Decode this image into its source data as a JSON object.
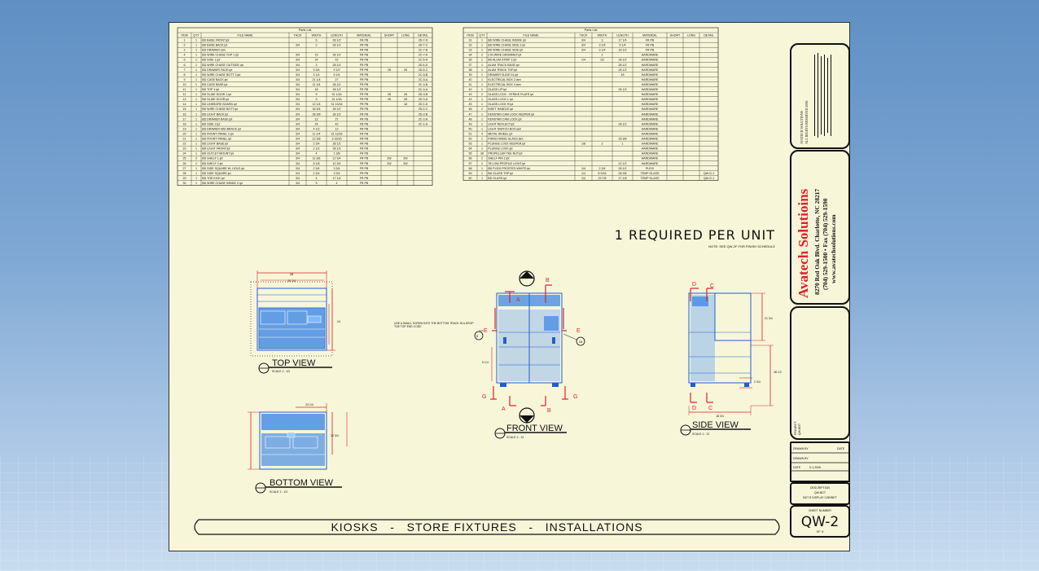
{
  "parts_list_title": "Parts List",
  "columns": [
    "ITEM",
    "QTY",
    "FILE NAME",
    "THCK",
    "WIDTH",
    "LENGTH",
    "MATERIAL",
    "SHORT",
    "LONG",
    "DETAIL"
  ],
  "left_rows": [
    [
      "1",
      "1",
      "BD BASE FRONT.ipt",
      "",
      "6",
      "28 1/2",
      "FR PB",
      "",
      "",
      "2D-7-D"
    ],
    [
      "2",
      "1",
      "BD BASE BACK.ipt",
      "3/4",
      "2",
      "28 1/2",
      "FR PB",
      "",
      "",
      "2D-7-C"
    ],
    [
      "3",
      "1",
      "BD DRAWER.iam",
      "",
      "",
      "",
      "FR PB",
      "",
      "",
      "2C-7-B"
    ],
    [
      "4",
      "1",
      "BD WIRE CHASE TOP 1.ipt",
      "3/4",
      "19",
      "28 1/2",
      "FR PB",
      "",
      "",
      "2C-7-A"
    ],
    [
      "5",
      "1",
      "BD SIDE 1.ipt",
      "3/4",
      "24",
      "42",
      "FR PB",
      "",
      "",
      "2C 6-A"
    ],
    [
      "6",
      "1",
      "BD WIRE CHASE OUTSIDE.ipt",
      "3/4",
      "3",
      "28 1/2",
      "FR PB",
      "",
      "",
      "2D 5-D"
    ],
    [
      "7",
      "1",
      "BD DRAWER FACE.ipt",
      "3/4",
      "3 3/4",
      "9 1/2",
      "FR PB",
      "28",
      "28",
      "2D-5-C"
    ],
    [
      "8",
      "1",
      "BD WIRE CHASE BOTT 2.ipt",
      "3/4",
      "3 1/4",
      "9 1/4",
      "FR PB",
      "",
      "",
      "2C-5-B"
    ],
    [
      "9",
      "1",
      "BD CASE BACK.ipt",
      "3/4",
      "21 1/4",
      "27",
      "FR PB",
      "",
      "",
      "2C-5-A"
    ],
    [
      "10",
      "1",
      "BD CASE BASE.ipt",
      "3/4",
      "11 1/4",
      "28 1/2",
      "FR PB",
      "",
      "",
      "2C-4-B"
    ],
    [
      "11",
      "1",
      "BD TOP 1.ipt",
      "3/4",
      "18",
      "28 1/2",
      "FR PB",
      "",
      "",
      "2C-4-A"
    ],
    [
      "12",
      "1",
      "BD SLIDE DOOR 1.ipt",
      "3/4",
      "9",
      "31 1/16",
      "FR PB",
      "28",
      "28",
      "2D-3-B"
    ],
    [
      "13",
      "1",
      "BD SLIDE DOOR.ipt",
      "3/4",
      "9",
      "31 1/16",
      "FR PB",
      "28",
      "28",
      "2D 3-A"
    ],
    [
      "14",
      "1",
      "BD LINEBORE BOARD.ipt",
      "3/4",
      "12 1/4",
      "31 13/16",
      "FR PB",
      "",
      "18",
      "2D 2-D"
    ],
    [
      "15",
      "1",
      "BD WIRE CHASE BOTT.ipt",
      "3/4",
      "18 3/4",
      "28 1/2",
      "FR PB",
      "",
      "",
      "2D-2-C"
    ],
    [
      "16",
      "1",
      "BD LIGHT BACK.ipt",
      "3/4",
      "28 3/8",
      "28 1/2",
      "FR PB",
      "",
      "",
      "2D-2-B"
    ],
    [
      "17",
      "1",
      "BD DRAWER BASE.ipt",
      "3/4",
      "12",
      "27",
      "FR PB",
      "",
      "",
      "2C-2-A"
    ],
    [
      "18",
      "1",
      "BD SIDE 2.ipt",
      "3/4",
      "24",
      "42",
      "FR PB",
      "",
      "",
      "2C-1-A"
    ],
    [
      "19",
      "1",
      "BD DRAWER MID BRACE.ipt",
      "3/4",
      "4 1/2",
      "12",
      "FR PB",
      "",
      "",
      ""
    ],
    [
      "20",
      "1",
      "BD FRONT PANEL 2.ipt",
      "3/4",
      "11 1/4",
      "31 13/16",
      "FR PB",
      "",
      "",
      ""
    ],
    [
      "21",
      "1",
      "BD FRONT PANEL.ipt",
      "3/4",
      "12 3/8",
      "3 15/16",
      "FR PB",
      "",
      "",
      ""
    ],
    [
      "22",
      "1",
      "BD LIGHT BASE.ipt",
      "3/4",
      "2 3/4",
      "28 1/2",
      "FR PB",
      "",
      "",
      ""
    ],
    [
      "23",
      "1",
      "BD LIGHT FRONT.ipt",
      "3/4",
      "2 1/2",
      "28 1/2",
      "FR PB",
      "",
      "",
      ""
    ],
    [
      "24",
      "1",
      "BD OUTLET MOUNT.ipt",
      "3/4",
      "4",
      "1 3/8",
      "FR PB",
      "",
      "",
      ""
    ],
    [
      "25",
      "2",
      "BD SHELF 1.ipt",
      "3/4",
      "11 3/8",
      "12 3/4",
      "FR PB",
      "2W",
      "2W",
      ""
    ],
    [
      "26",
      "2",
      "BD SHELF 2.ipt",
      "3/4",
      "8 1/8",
      "12 3/4",
      "FR PB",
      "2W",
      "2W",
      ""
    ],
    [
      "27",
      "1",
      "BD SIDE SQUARE W- HOLE.ipt",
      "3/4",
      "2 3/4",
      "3 3/4",
      "FR PB",
      "",
      "",
      ""
    ],
    [
      "28",
      "1",
      "BD SIDE SQUARE.ipt",
      "3/4",
      "2 3/4",
      "3 3/4",
      "FR PB",
      "",
      "",
      ""
    ],
    [
      "29",
      "1",
      "BD TOE KICK.ipt",
      "3/4",
      "4",
      "17 1/4",
      "FR PB",
      "",
      "",
      ""
    ],
    [
      "30",
      "1",
      "BD WIRE CHASE INSIDE 2.ipt",
      "3/4",
      "3",
      "4",
      "FR PB",
      "",
      "",
      ""
    ]
  ],
  "right_rows": [
    [
      "31",
      "1",
      "BD WIRE CHASE INSIDE.ipt",
      "3/4",
      "3",
      "17 1/4",
      "FR PB",
      "",
      "",
      ""
    ],
    [
      "32",
      "1",
      "BD WIRE CHASE SIDE 2.ipt",
      "3/4",
      "3 1/4",
      "6 1/4",
      "FR PB",
      "",
      "",
      ""
    ],
    [
      "33",
      "1",
      "BD WIRE CHASE SIDE.ipt",
      "3/4",
      "3 1/4",
      "18 1/2",
      "FR PB",
      "",
      "",
      ""
    ],
    [
      "34",
      "2",
      "2 IN WIRE GROMMET.ipt",
      "",
      "2",
      "",
      "HARDWARE",
      "",
      "",
      ""
    ],
    [
      "35",
      "1",
      "BD ALUM STRIP 1.ipt",
      "1/4",
      "1/2",
      "28 1/2",
      "HARDWARE",
      "",
      "",
      ""
    ],
    [
      "37",
      "1",
      "ALUM TRACK BASE.ipt",
      "",
      "",
      "28 1/2",
      "HARDWARE",
      "",
      "",
      ""
    ],
    [
      "38",
      "1",
      "ALUM TRACK TOP.ipt",
      "",
      "",
      "28 1/2",
      "HARDWARE",
      "",
      "",
      ""
    ],
    [
      "39",
      "1",
      "DRAWER SLIDE 01.ipt",
      "",
      "",
      "18",
      "HARDWARE",
      "",
      "",
      ""
    ],
    [
      "40",
      "1",
      "ELECTRICAL BOX 2.iam",
      "",
      "",
      "",
      "HARDWARE",
      "",
      "",
      ""
    ],
    [
      "41",
      "1",
      "ELECTRICAL BOX 4.iam",
      "",
      "",
      "",
      "HARDWARE",
      "",
      "",
      ""
    ],
    [
      "42",
      "1",
      "GLASS LIP.ipt",
      "",
      "",
      "28 1/2",
      "HARDWARE",
      "",
      "",
      ""
    ],
    [
      "43",
      "2",
      "GLASS LOCK - STRIKE PLATE.ipt",
      "",
      "",
      "",
      "HARDWARE",
      "",
      "",
      ""
    ],
    [
      "44",
      "1",
      "GLASS LOCK L.ipt",
      "",
      "",
      "",
      "HARDWARE",
      "",
      "",
      ""
    ],
    [
      "45",
      "1",
      "GLASS LOCK R.ipt",
      "",
      "",
      "",
      "HARDWARE",
      "",
      "",
      ""
    ],
    [
      "46",
      "2",
      "INSET HANDLE.ipt",
      "",
      "",
      "",
      "HARDWARE",
      "",
      "",
      ""
    ],
    [
      "47",
      "1",
      "KENSTAN CAM LOCK KEEPER.ipt",
      "",
      "",
      "",
      "HARDWARE",
      "",
      "",
      ""
    ],
    [
      "48",
      "1",
      "KENSTAN CAM LOCK.ipt",
      "",
      "",
      "",
      "HARDWARE",
      "",
      "",
      ""
    ],
    [
      "49",
      "1",
      "LIGHT REFLECT.ipt",
      "",
      "",
      "28 1/2",
      "HARDWARE",
      "",
      "",
      ""
    ],
    [
      "50",
      "1",
      "LIGHT SWITCH BOX.iam",
      "",
      "",
      "",
      "HARDWARE",
      "",
      "",
      ""
    ],
    [
      "51",
      "4",
      "METAL WHEEL.ipt",
      "",
      "",
      "",
      "HARDWARE",
      "",
      "",
      ""
    ],
    [
      "52",
      "1",
      "PIANO HINGE GLASS.iam",
      "",
      "",
      "28 3/8",
      "HARDWARE",
      "",
      "",
      ""
    ],
    [
      "53",
      "1",
      "PLUNGE LOCK KEEPER.ipt",
      "1/8",
      "2",
      "1",
      "HARDWARE",
      "",
      "",
      ""
    ],
    [
      "54",
      "1",
      "PLUNGE LOCK.ipt",
      "",
      "",
      "",
      "HARDWARE",
      "",
      "",
      ""
    ],
    [
      "55",
      "36",
      "PROPELLER TEE NUT.ipt",
      "",
      "",
      "",
      "HARDWARE",
      "",
      "",
      ""
    ],
    [
      "56",
      "2",
      "SHELF PIN 2.ipt",
      "",
      "",
      "",
      "HARDWARE",
      "",
      "",
      ""
    ],
    [
      "57",
      "2",
      "T8 LOW-PROFILE LIGHT.ipt",
      "",
      "",
      "22 1/2",
      "HARDWARE",
      "",
      "",
      ""
    ],
    [
      "58",
      "1",
      "BD PLEXI FROSTED WHITE.ipt",
      "1/4",
      "2 3/4",
      "28 1/2",
      "PLEXI",
      "",
      "",
      ""
    ],
    [
      "59",
      "1",
      "BD GLASS TOP.ipt",
      "1/4",
      "8 9/16",
      "28 3/8",
      "TEMP GLASS",
      "",
      "",
      "QW-G-1"
    ],
    [
      "60",
      "1",
      "BD GLASS.ipt",
      "1/4",
      "29 7/8",
      "27 1/8",
      "TEMP GLASS",
      "",
      "",
      "QW-G-1"
    ]
  ],
  "required_note": "1 REQUIRED PER UNIT",
  "required_subnote": "NOTE: SEE QW-2F FOR FINISH SCHEDULE",
  "views": {
    "top": {
      "title": "TOP VIEW",
      "scale": "SCALE 1 : 1/2"
    },
    "bottom": {
      "title": "BOTTOM VIEW",
      "scale": "SCALE 1 : 1/2"
    },
    "front": {
      "title": "FRONT VIEW",
      "scale": "SCALE 1 : 12"
    },
    "side": {
      "title": "SIDE VIEW",
      "scale": "SCALE 1 : 12"
    }
  },
  "section_labels": [
    "A",
    "B",
    "E",
    "G",
    "D",
    "C"
  ],
  "front_note": "USE A SMALL SCREW INTO THE BOTTOM TRACK IN A DROP TOE TOP END CODE",
  "dims": {
    "top_width": "28",
    "top_inner": "25 1/4",
    "top_depth": "24",
    "bottom_width": "23 1/4",
    "bottom_depth": "12 3/4",
    "front_height": "5 1/4",
    "side_upper": "21 3/4",
    "side_lower": "38 1/2",
    "side_small": "2 3/4",
    "side_width": "18 3/4"
  },
  "callouts": [
    "8",
    "18"
  ],
  "banner": "KIOSKS   -   STORE FIXTURES   -   INSTALLATIONS",
  "title_block": {
    "copyright_1": "AVATECH SOLUTIONS",
    "copyright_2": "ALL RIGHTS RESERVED 2006",
    "company": "Avatech Solutioins",
    "address": "8270 Red Oak Blvd. Charlotte, NC 28217",
    "phone": "(704) 529-1500 • Fax (704) 529-1590",
    "web": "www.avatechsolutions.com",
    "project_label": "PROJECT:",
    "project": "QW-BDT",
    "drawn_by_label": "DRAWN BY",
    "date_label": "DATE",
    "date": "5-1-2006",
    "description_label": "DESCRIPTION",
    "description_1": "QW-BDT",
    "description_2": "BDT 8 DISPLAY CABINET",
    "sheet_number_label": "SHEET NUMBER",
    "sheet_number": "QW-2",
    "sheet_of": "OF  8"
  },
  "colors": {
    "sheet": "#f7f6d9",
    "ink": "#111111",
    "dim_red": "#e0202a",
    "model_blue": "#1e5fd6",
    "company_red": "#e0202a"
  }
}
